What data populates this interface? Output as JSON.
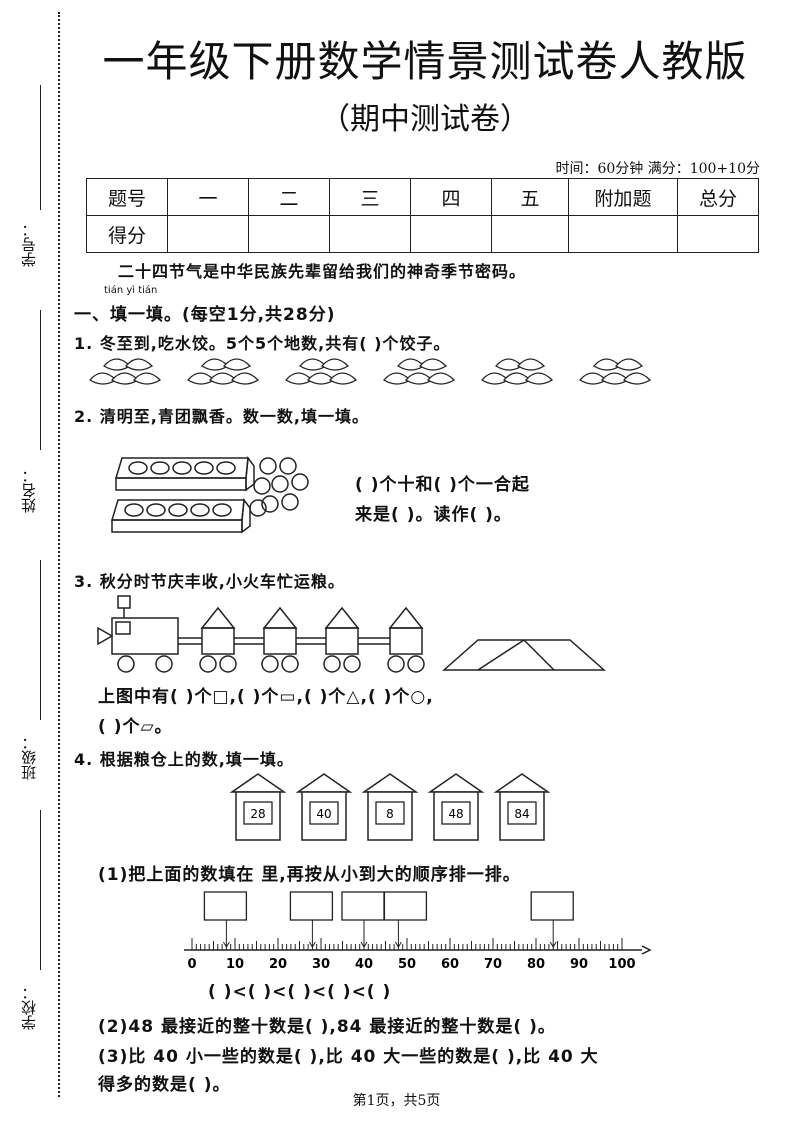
{
  "header": {
    "title": "一年级下册数学情景测试卷人教版",
    "subtitle": "（期中测试卷）",
    "time_info": "时间：60分钟  满分：100+10分"
  },
  "sidebar": {
    "student_no": "学号：",
    "name": "姓名：",
    "class": "班级：",
    "school": "学校："
  },
  "score_table": {
    "headers": [
      "题号",
      "一",
      "二",
      "三",
      "四",
      "五",
      "附加题",
      "总分"
    ],
    "row_label": "得分"
  },
  "intro": "二十四节气是中华民族先辈留给我们的神奇季节密码。",
  "pinyin": "tián  yì  tián",
  "section1": "一、填一填。(每空1分,共28分)",
  "q1": "1. 冬至到,吃水饺。5个5个地数,共有(    )个饺子。",
  "q2": {
    "text": "2. 清明至,青团飘香。数一数,填一填。",
    "line1": "(     )个十和(     )个一合起",
    "line2": "来是(    )。读作(        )。"
  },
  "q3": {
    "text": "3. 秋分时节庆丰收,小火车忙运粮。",
    "line1": "上图中有(     )个□,(     )个▭,(     )个△,(     )个○,",
    "line2": "(     )个▱。"
  },
  "q4": {
    "text": "4. 根据粮仓上的数,填一填。",
    "silos": [
      "28",
      "40",
      "8",
      "48",
      "84"
    ],
    "p1": "(1)把上面的数填在        里,再按从小到大的顺序排一排。",
    "ticks": [
      "0",
      "10",
      "20",
      "30",
      "40",
      "50",
      "60",
      "70",
      "80",
      "90",
      "100"
    ],
    "compare": "(      )<(      )<(      )<(      )<(      )",
    "p2": "(2)48 最接近的整十数是(       ),84 最接近的整十数是(       )。",
    "p3a": "(3)比 40 小一些的数是(       ),比 40 大一些的数是(       ),比 40 大",
    "p3b": "得多的数是(      )。"
  },
  "footer": "第1页，共5页"
}
